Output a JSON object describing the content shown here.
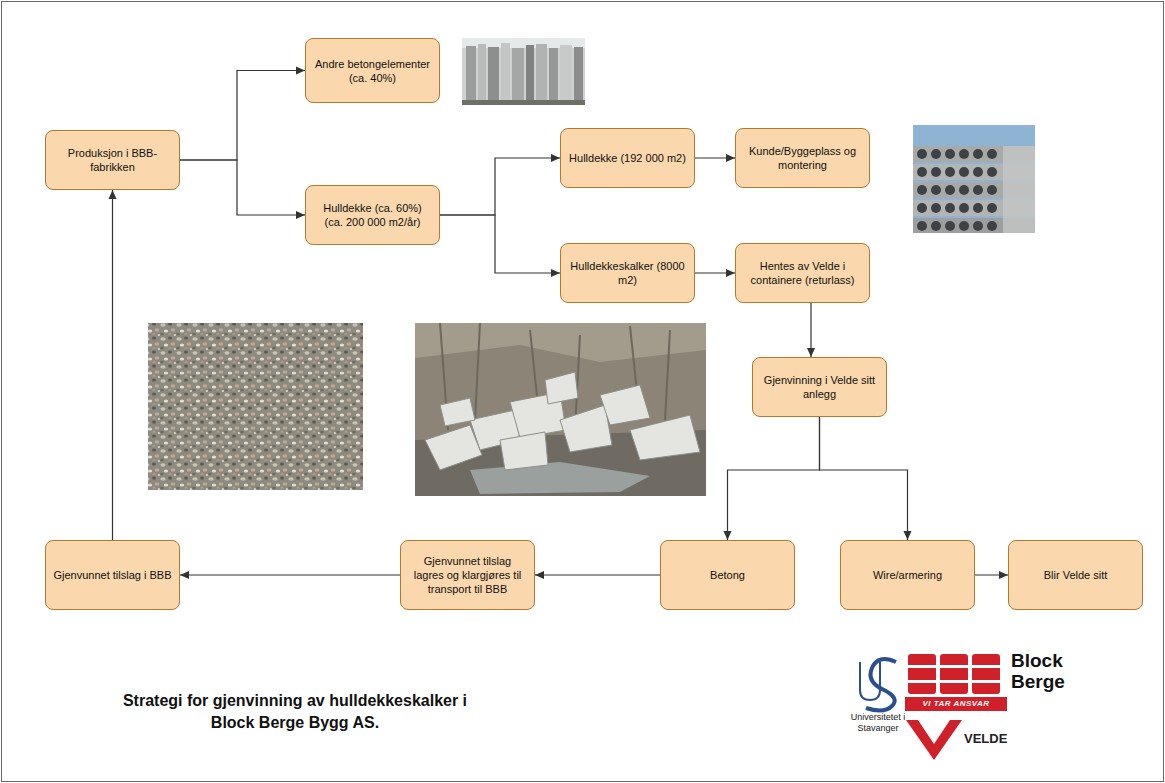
{
  "diagram": {
    "title": "Strategi for gjenvinning av hulldekkeskalker i Block Berge Bygg AS.",
    "nodes": [
      {
        "text": [
          "Produksjon i BBB-fabrikken"
        ]
      },
      {
        "text": [
          "Andre betongelementer (ca. 40%)"
        ]
      },
      {
        "text": [
          "Hulldekke (ca. 60%) (ca. 200 000 m2/år)"
        ]
      },
      {
        "text": [
          "Hulldekke (192 000 m2)"
        ]
      },
      {
        "text": [
          "Kunde/Byggeplass og montering"
        ]
      },
      {
        "text": [
          "Hulldekkeskalker (8000 m2)"
        ]
      },
      {
        "text": [
          "Hentes av Velde i containere (returlass)"
        ]
      },
      {
        "text": [
          "Gjenvinning i Velde sitt anlegg"
        ]
      },
      {
        "text": [
          "Betong"
        ]
      },
      {
        "text": [
          "Wire/armering"
        ]
      },
      {
        "text": [
          "Blir Velde sitt"
        ]
      },
      {
        "text": [
          "Gjenvunnet tilslag lagres og klargjøres til transport til BBB"
        ]
      },
      {
        "text": [
          "Gjenvunnet tilslag i BBB"
        ]
      }
    ],
    "edges": [
      {
        "from": 0,
        "to": 1,
        "arrow": "to"
      },
      {
        "from": 0,
        "to": 2,
        "arrow": "to"
      },
      {
        "from": 2,
        "to": 3,
        "arrow": "to"
      },
      {
        "from": 2,
        "to": 5,
        "arrow": "to"
      },
      {
        "from": 3,
        "to": 4,
        "arrow": "to"
      },
      {
        "from": 5,
        "to": 6,
        "arrow": "to"
      },
      {
        "from": 6,
        "to": 7,
        "arrow": "to"
      },
      {
        "from": 7,
        "to": 8,
        "arrow": "to"
      },
      {
        "from": 7,
        "to": 9,
        "arrow": "to"
      },
      {
        "from": 9,
        "to": 10,
        "arrow": "to"
      },
      {
        "from": 8,
        "to": 11,
        "arrow": "to"
      },
      {
        "from": 11,
        "to": 12,
        "arrow": "to"
      },
      {
        "from": 12,
        "to": 0,
        "arrow": "to"
      }
    ],
    "labels": [
      "Universitetet i Stavanger",
      "Block Berge",
      "VI TAR ANSVAR",
      "VELDE"
    ]
  }
}
